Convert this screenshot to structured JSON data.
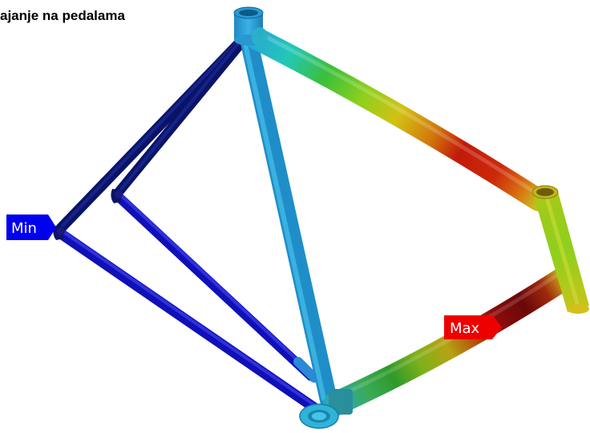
{
  "title": "ajanje na pedalama",
  "markers": {
    "min": {
      "label": "Min",
      "color": "#0000ee"
    },
    "max": {
      "label": "Max",
      "color": "#ee0000"
    }
  },
  "colors": {
    "background": "#ffffff",
    "scale_low": "#0000cc",
    "scale_mid": "#22aadd",
    "scale_high": "#cc0000"
  }
}
